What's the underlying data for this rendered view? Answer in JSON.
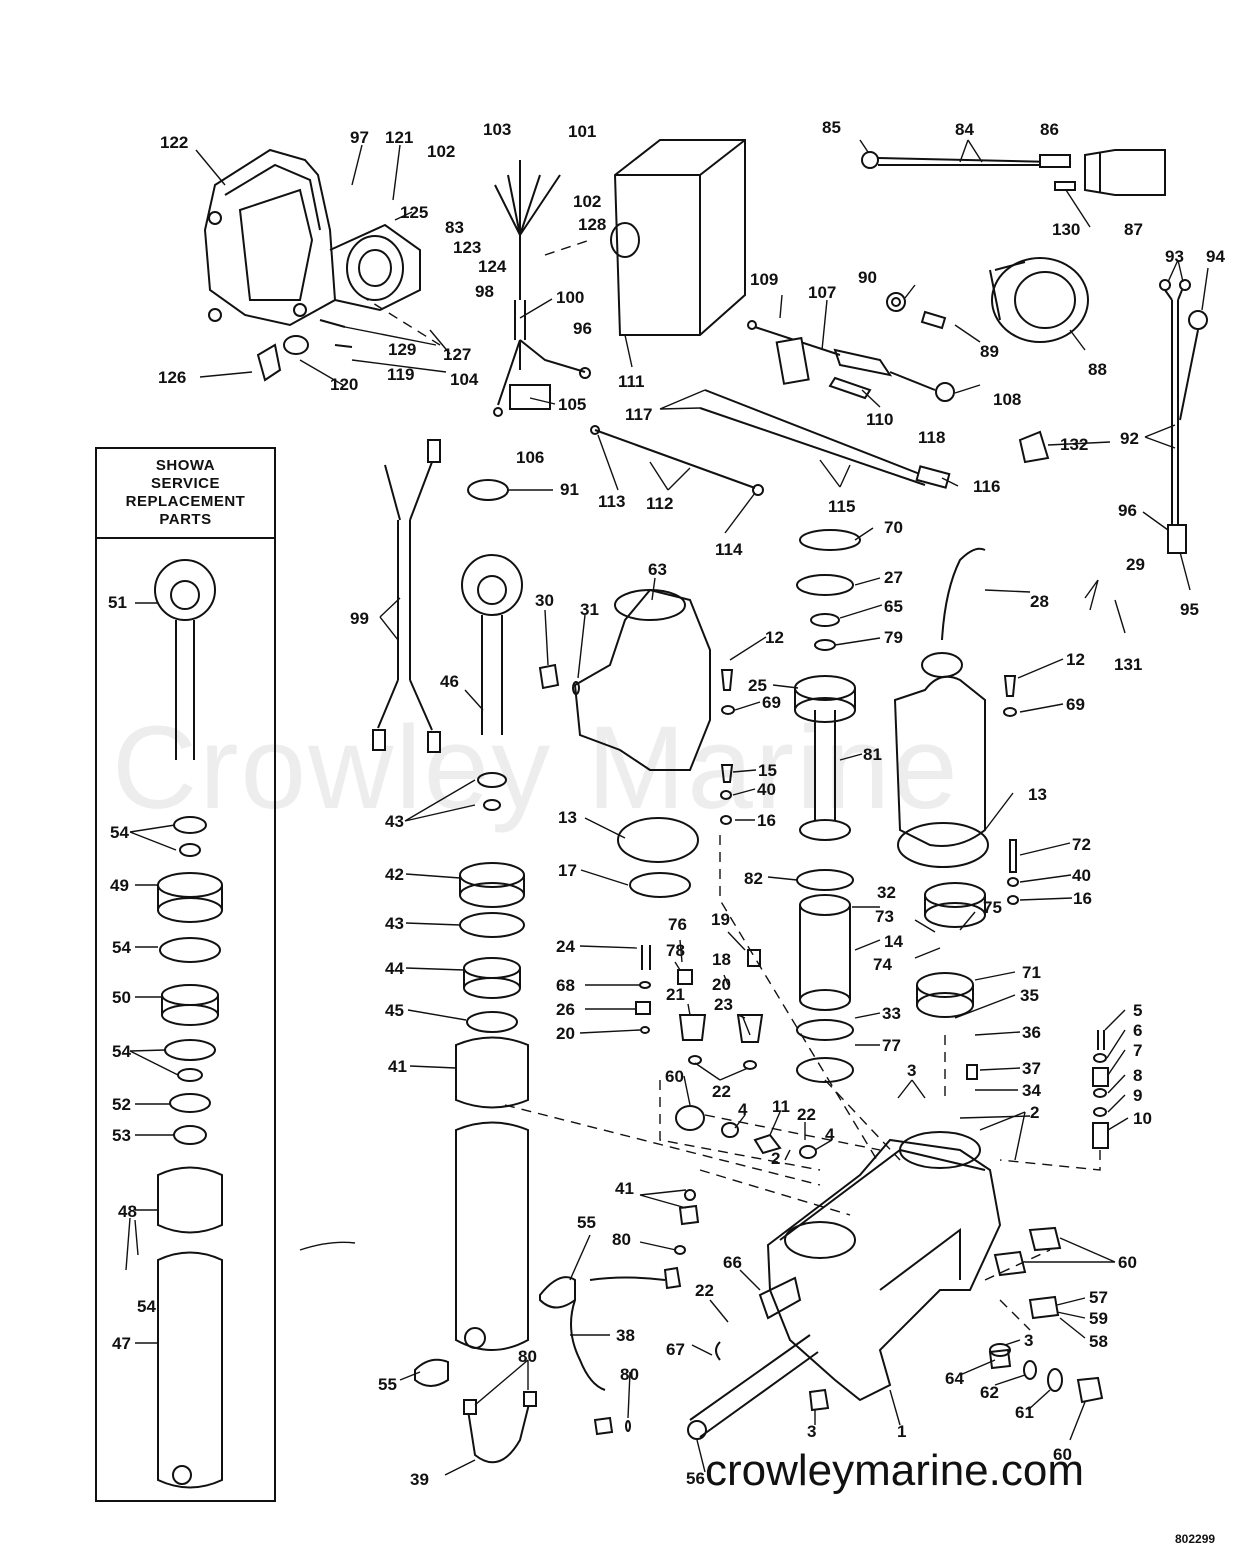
{
  "showa_box": {
    "title": "SHOWA\nSERVICE\nREPLACEMENT\nPARTS"
  },
  "watermark": "Crowley Marine",
  "website": "crowleymarine.com",
  "drawing_number": "802299",
  "callouts": [
    {
      "id": "c122",
      "text": "122"
    },
    {
      "id": "c97",
      "text": "97"
    },
    {
      "id": "c121",
      "text": "121"
    },
    {
      "id": "c103",
      "text": "103"
    },
    {
      "id": "c101",
      "text": "101"
    },
    {
      "id": "c102a",
      "text": "102"
    },
    {
      "id": "c102b",
      "text": "102"
    },
    {
      "id": "c125",
      "text": "125"
    },
    {
      "id": "c128",
      "text": "128"
    },
    {
      "id": "c83",
      "text": "83"
    },
    {
      "id": "c123",
      "text": "123"
    },
    {
      "id": "c124",
      "text": "124"
    },
    {
      "id": "c98",
      "text": "98"
    },
    {
      "id": "c100",
      "text": "100"
    },
    {
      "id": "c96a",
      "text": "96"
    },
    {
      "id": "c129",
      "text": "129"
    },
    {
      "id": "c127",
      "text": "127"
    },
    {
      "id": "c119",
      "text": "119"
    },
    {
      "id": "c120",
      "text": "120"
    },
    {
      "id": "c126",
      "text": "126"
    },
    {
      "id": "c104",
      "text": "104"
    },
    {
      "id": "c105",
      "text": "105"
    },
    {
      "id": "c106",
      "text": "106"
    },
    {
      "id": "c111",
      "text": "111"
    },
    {
      "id": "c85",
      "text": "85"
    },
    {
      "id": "c84",
      "text": "84"
    },
    {
      "id": "c86",
      "text": "86"
    },
    {
      "id": "c130",
      "text": "130"
    },
    {
      "id": "c87",
      "text": "87"
    },
    {
      "id": "c109",
      "text": "109"
    },
    {
      "id": "c107",
      "text": "107"
    },
    {
      "id": "c90",
      "text": "90"
    },
    {
      "id": "c89",
      "text": "89"
    },
    {
      "id": "c88",
      "text": "88"
    },
    {
      "id": "c108",
      "text": "108"
    },
    {
      "id": "c110",
      "text": "110"
    },
    {
      "id": "c117",
      "text": "117"
    },
    {
      "id": "c118",
      "text": "118"
    },
    {
      "id": "c116",
      "text": "116"
    },
    {
      "id": "c115",
      "text": "115"
    },
    {
      "id": "c113",
      "text": "113"
    },
    {
      "id": "c112",
      "text": "112"
    },
    {
      "id": "c114",
      "text": "114"
    },
    {
      "id": "c91",
      "text": "91"
    },
    {
      "id": "c93",
      "text": "93"
    },
    {
      "id": "c94",
      "text": "94"
    },
    {
      "id": "c132",
      "text": "132"
    },
    {
      "id": "c92",
      "text": "92"
    },
    {
      "id": "c96b",
      "text": "96"
    },
    {
      "id": "c95",
      "text": "95"
    },
    {
      "id": "c99",
      "text": "99"
    },
    {
      "id": "c46",
      "text": "46"
    },
    {
      "id": "c30",
      "text": "30"
    },
    {
      "id": "c31",
      "text": "31"
    },
    {
      "id": "c63",
      "text": "63"
    },
    {
      "id": "c70",
      "text": "70"
    },
    {
      "id": "c27",
      "text": "27"
    },
    {
      "id": "c65",
      "text": "65"
    },
    {
      "id": "c79",
      "text": "79"
    },
    {
      "id": "c12a",
      "text": "12"
    },
    {
      "id": "c25",
      "text": "25"
    },
    {
      "id": "c69a",
      "text": "69"
    },
    {
      "id": "c28",
      "text": "28"
    },
    {
      "id": "c29",
      "text": "29"
    },
    {
      "id": "c131",
      "text": "131"
    },
    {
      "id": "c12b",
      "text": "12"
    },
    {
      "id": "c69b",
      "text": "69"
    },
    {
      "id": "c81",
      "text": "81"
    },
    {
      "id": "c15",
      "text": "15"
    },
    {
      "id": "c40a",
      "text": "40"
    },
    {
      "id": "c16a",
      "text": "16"
    },
    {
      "id": "c13a",
      "text": "13"
    },
    {
      "id": "c13b",
      "text": "13"
    },
    {
      "id": "c72",
      "text": "72"
    },
    {
      "id": "c40b",
      "text": "40"
    },
    {
      "id": "c16b",
      "text": "16"
    },
    {
      "id": "c51",
      "text": "51"
    },
    {
      "id": "c54a",
      "text": "54"
    },
    {
      "id": "c49",
      "text": "49"
    },
    {
      "id": "c54b",
      "text": "54"
    },
    {
      "id": "c50",
      "text": "50"
    },
    {
      "id": "c54c",
      "text": "54"
    },
    {
      "id": "c52",
      "text": "52"
    },
    {
      "id": "c53",
      "text": "53"
    },
    {
      "id": "c48",
      "text": "48"
    },
    {
      "id": "c54d",
      "text": "54"
    },
    {
      "id": "c47",
      "text": "47"
    },
    {
      "id": "c43a",
      "text": "43"
    },
    {
      "id": "c42",
      "text": "42"
    },
    {
      "id": "c43b",
      "text": "43"
    },
    {
      "id": "c44",
      "text": "44"
    },
    {
      "id": "c45",
      "text": "45"
    },
    {
      "id": "c41a",
      "text": "41"
    },
    {
      "id": "c17",
      "text": "17"
    },
    {
      "id": "c82",
      "text": "82"
    },
    {
      "id": "c32",
      "text": "32"
    },
    {
      "id": "c75",
      "text": "75"
    },
    {
      "id": "c73",
      "text": "73"
    },
    {
      "id": "c74",
      "text": "74"
    },
    {
      "id": "c14",
      "text": "14"
    },
    {
      "id": "c71",
      "text": "71"
    },
    {
      "id": "c76",
      "text": "76"
    },
    {
      "id": "c19",
      "text": "19"
    },
    {
      "id": "c24",
      "text": "24"
    },
    {
      "id": "c78",
      "text": "78"
    },
    {
      "id": "c18",
      "text": "18"
    },
    {
      "id": "c68",
      "text": "68"
    },
    {
      "id": "c20a",
      "text": "20"
    },
    {
      "id": "c26",
      "text": "26"
    },
    {
      "id": "c21",
      "text": "21"
    },
    {
      "id": "c23",
      "text": "23"
    },
    {
      "id": "c20b",
      "text": "20"
    },
    {
      "id": "c35",
      "text": "35"
    },
    {
      "id": "c33",
      "text": "33"
    },
    {
      "id": "c36",
      "text": "36"
    },
    {
      "id": "c77",
      "text": "77"
    },
    {
      "id": "c5",
      "text": "5"
    },
    {
      "id": "c6",
      "text": "6"
    },
    {
      "id": "c7",
      "text": "7"
    },
    {
      "id": "c37",
      "text": "37"
    },
    {
      "id": "c8",
      "text": "8"
    },
    {
      "id": "c34",
      "text": "34"
    },
    {
      "id": "c9",
      "text": "9"
    },
    {
      "id": "c10",
      "text": "10"
    },
    {
      "id": "c60a",
      "text": "60"
    },
    {
      "id": "c22a",
      "text": "22"
    },
    {
      "id": "c3a",
      "text": "3"
    },
    {
      "id": "c2a",
      "text": "2"
    },
    {
      "id": "c11",
      "text": "11"
    },
    {
      "id": "c22b",
      "text": "22"
    },
    {
      "id": "c4a",
      "text": "4"
    },
    {
      "id": "c4b",
      "text": "4"
    },
    {
      "id": "c2b",
      "text": "2"
    },
    {
      "id": "c41b",
      "text": "41"
    },
    {
      "id": "c55a",
      "text": "55"
    },
    {
      "id": "c80a",
      "text": "80"
    },
    {
      "id": "c60b",
      "text": "60"
    },
    {
      "id": "c66",
      "text": "66"
    },
    {
      "id": "c22c",
      "text": "22"
    },
    {
      "id": "c57",
      "text": "57"
    },
    {
      "id": "c59",
      "text": "59"
    },
    {
      "id": "c58",
      "text": "58"
    },
    {
      "id": "c38",
      "text": "38"
    },
    {
      "id": "c67",
      "text": "67"
    },
    {
      "id": "c3b",
      "text": "3"
    },
    {
      "id": "c64",
      "text": "64"
    },
    {
      "id": "c62",
      "text": "62"
    },
    {
      "id": "c80b",
      "text": "80"
    },
    {
      "id": "c80c",
      "text": "80"
    },
    {
      "id": "c55b",
      "text": "55"
    },
    {
      "id": "c39",
      "text": "39"
    },
    {
      "id": "c3c",
      "text": "3"
    },
    {
      "id": "c1",
      "text": "1"
    },
    {
      "id": "c61",
      "text": "61"
    },
    {
      "id": "c60c",
      "text": "60"
    },
    {
      "id": "c56",
      "text": "56"
    }
  ]
}
